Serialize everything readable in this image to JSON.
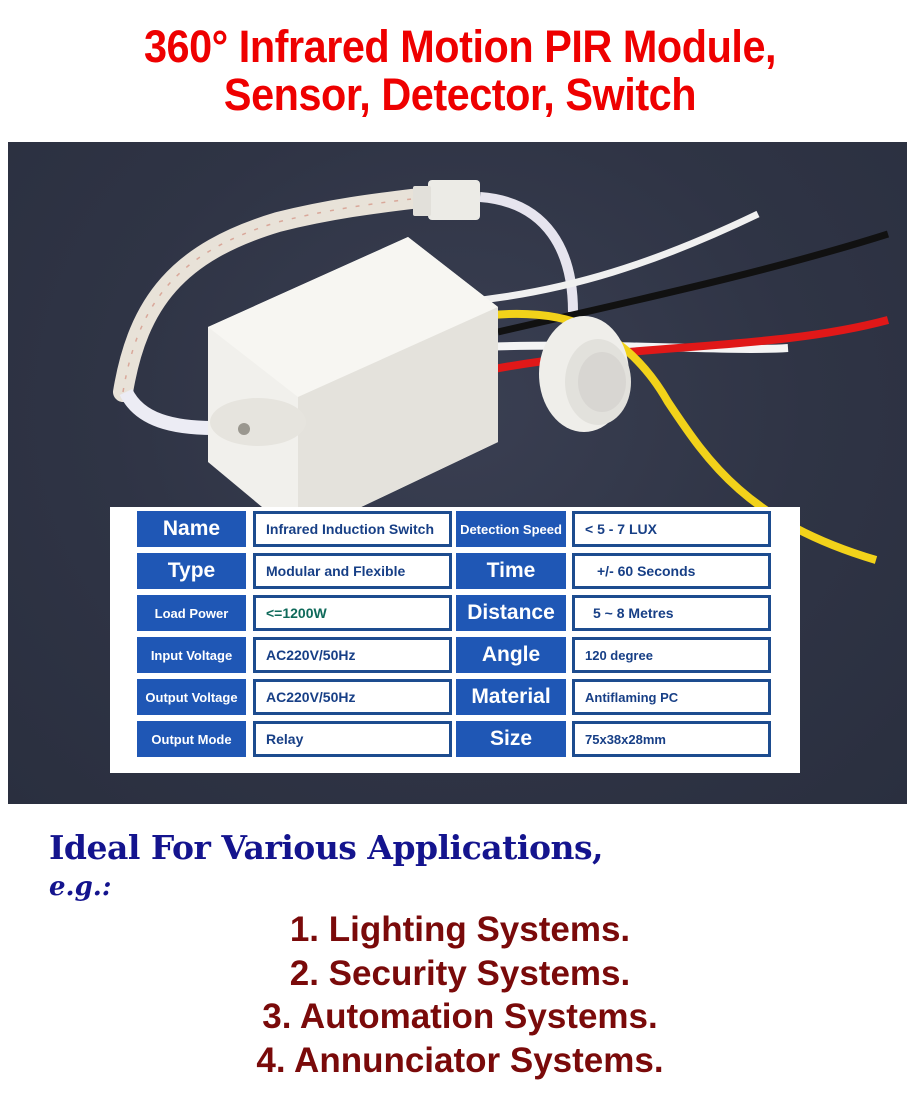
{
  "title": {
    "line1": "360° Infrared Motion PIR Module,",
    "line2": "Sensor, Detector, Switch"
  },
  "photo": {
    "subject": "PIR motion sensor module with lens dome and wires",
    "background_color": "#2f3445",
    "wire_colors": [
      "#f0f0f0",
      "#111111",
      "#e01818",
      "#f2d21a"
    ]
  },
  "spec_table": {
    "rows": [
      {
        "label1": "Name",
        "value1": "Infrared Induction Switch",
        "label2": "Detection Speed",
        "value2": "< 5 - 7 LUX"
      },
      {
        "label1": "Type",
        "value1": "Modular and Flexible",
        "label2": "Time",
        "value2": "+/- 60 Seconds"
      },
      {
        "label1": "Load Power",
        "value1": "<=1200W",
        "label2": "Distance",
        "value2": "5 ~ 8 Metres"
      },
      {
        "label1": "Input Voltage",
        "value1": "AC220V/50Hz",
        "label2": "Angle",
        "value2": "120 degree"
      },
      {
        "label1": "Output Voltage",
        "value1": "AC220V/50Hz",
        "label2": "Material",
        "value2": "Antiflaming PC"
      },
      {
        "label1": "Output Mode",
        "value1": "Relay",
        "label2": "Size",
        "value2": "75x38x28mm"
      }
    ],
    "colors": {
      "label_bg": "#1f57b5",
      "value_border": "#1d4c8f",
      "value_text": "#173f86",
      "load_power_text": "#0f6a5a"
    }
  },
  "applications": {
    "heading": "Ideal For Various Applications,",
    "eg": "e.g.:",
    "items": [
      "1. Lighting Systems.",
      "2. Security Systems.",
      "3. Automation Systems.",
      "4. Annunciator Systems."
    ]
  },
  "colors": {
    "title": "#ee0000",
    "heading": "#14148e",
    "list": "#7a0a0a"
  }
}
